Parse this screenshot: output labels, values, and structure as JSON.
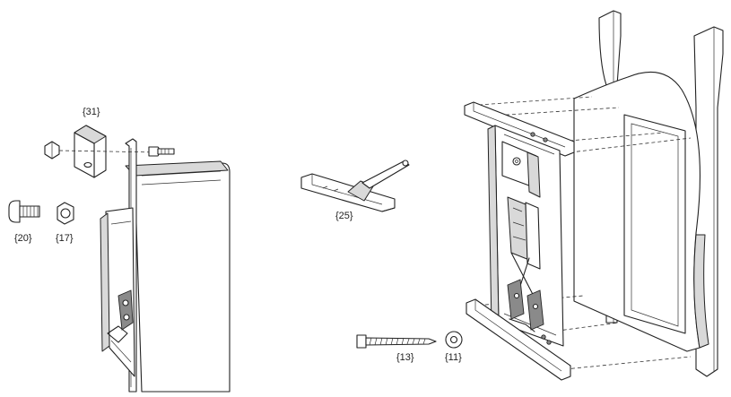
{
  "parts": {
    "p31": "{31}",
    "p20": "{20}",
    "p17": "{17}",
    "p25": "{25}",
    "p13": "{13}",
    "p11": "{11}"
  }
}
